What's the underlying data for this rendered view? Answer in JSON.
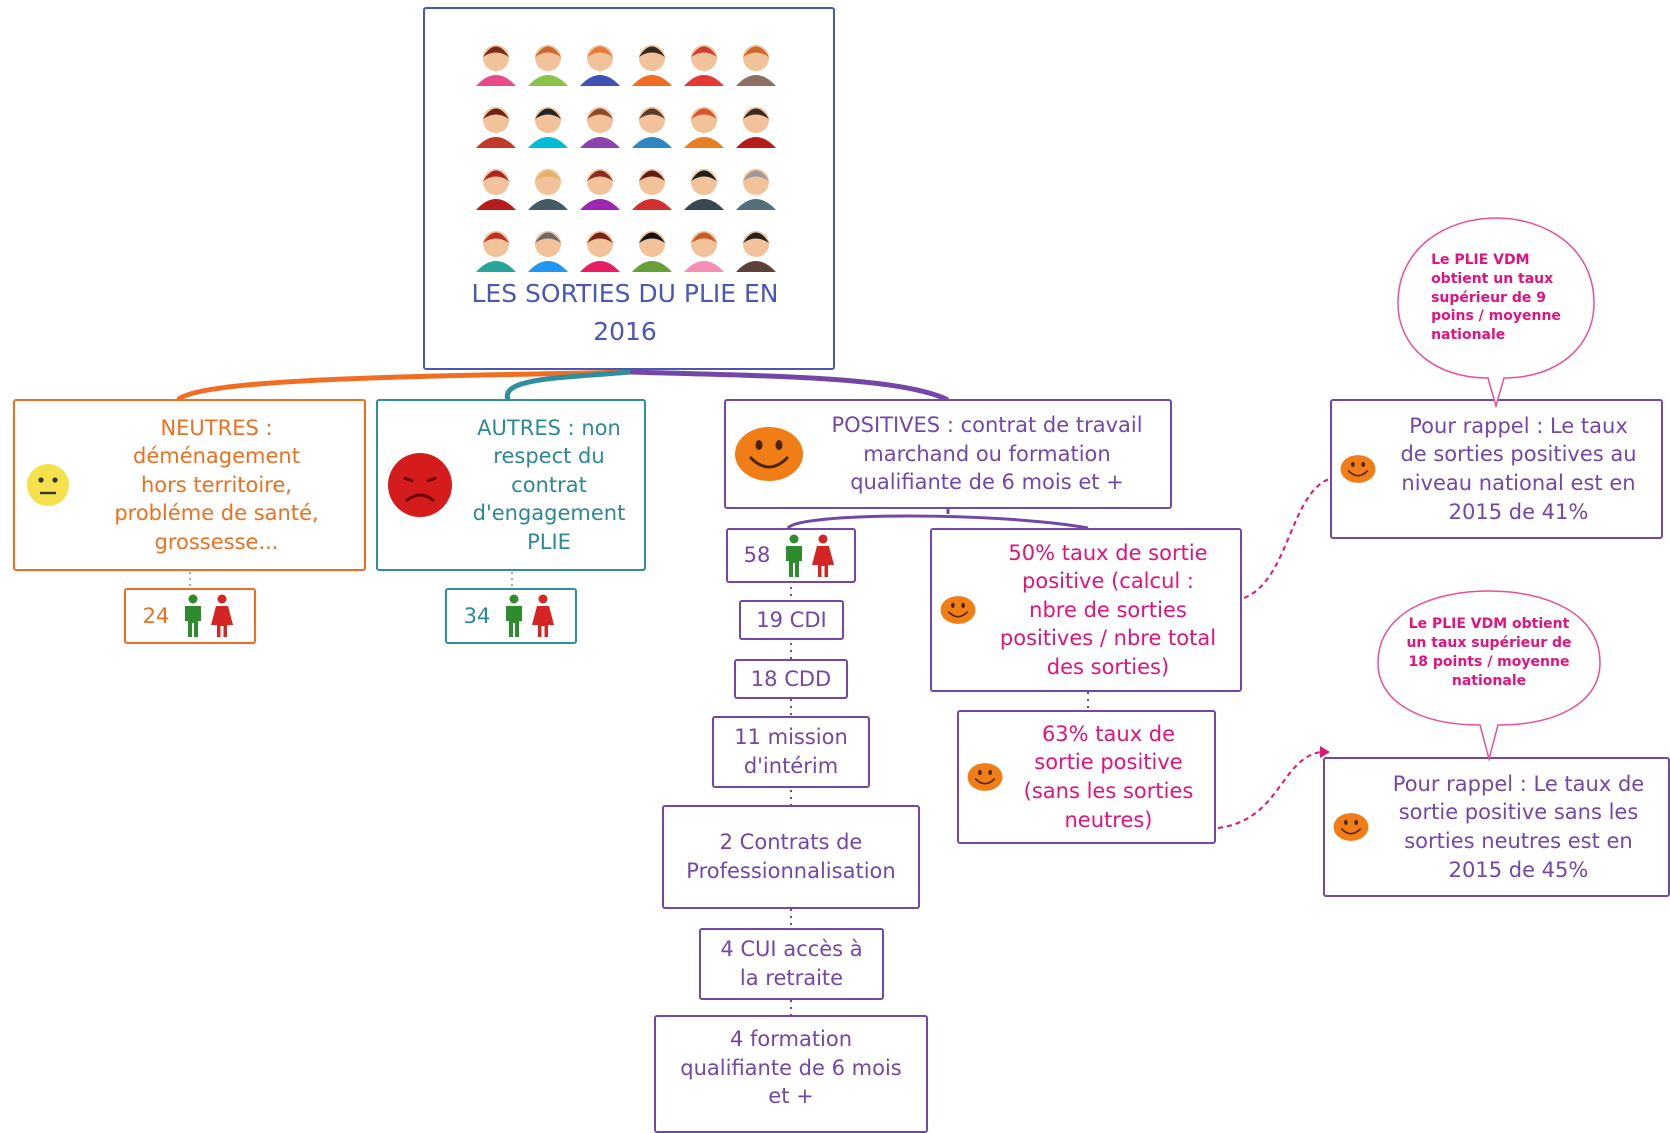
{
  "title": "LES SORTIES DU PLIE EN\n2016",
  "colors": {
    "neutral": "#f06d22",
    "other": "#2f8f9d",
    "positive": "#7446a8",
    "highlight": "#e3127c",
    "title": "#4b57b4"
  },
  "icons": {
    "neutral": "neutral-face-icon",
    "other": "sad-face-icon",
    "positive": "smiley-icon",
    "people": "man-woman-icon"
  },
  "neutres": {
    "label": "NEUTRES :\ndéménagement\nhors territoire,\nprobléme de santé,\ngrossesse...",
    "count": "24"
  },
  "autres": {
    "label": "AUTRES : non\nrespect du\ncontrat\nd'engagement\nPLIE",
    "count": "34"
  },
  "positives": {
    "label": "POSITIVES : contrat de travail\nmarchand ou formation\nqualifiante de 6 mois et +",
    "count": "58",
    "breakdown": [
      "19 CDI",
      "18 CDD",
      "11 mission\nd'intérim",
      "2 Contrats de\nProfessionnalisation",
      "4 CUI accès à\nla retraite",
      "4 formation\nqualifiante de 6 mois\net +"
    ],
    "rate1": "50% taux de sortie\npositive (calcul :\nnbre de sorties\npositives / nbre total\ndes sorties)",
    "rate2": "63% taux de\nsortie positive\n(sans les sorties\nneutres)"
  },
  "rappel1": {
    "label": "Pour rappel : Le taux\nde sorties positives au\nniveau national est en\n2015 de 41%",
    "bubble": "Le PLIE VDM\nobtient un taux\nsupérieur de 9\npoins / moyenne\nnationale"
  },
  "rappel2": {
    "label": "Pour rappel : Le taux de\nsortie positive sans les\nsorties neutres est en\n2015 de 45%",
    "bubble": "Le PLIE VDM obtient\nun taux supérieur de\n18 points / moyenne\nnationale"
  }
}
